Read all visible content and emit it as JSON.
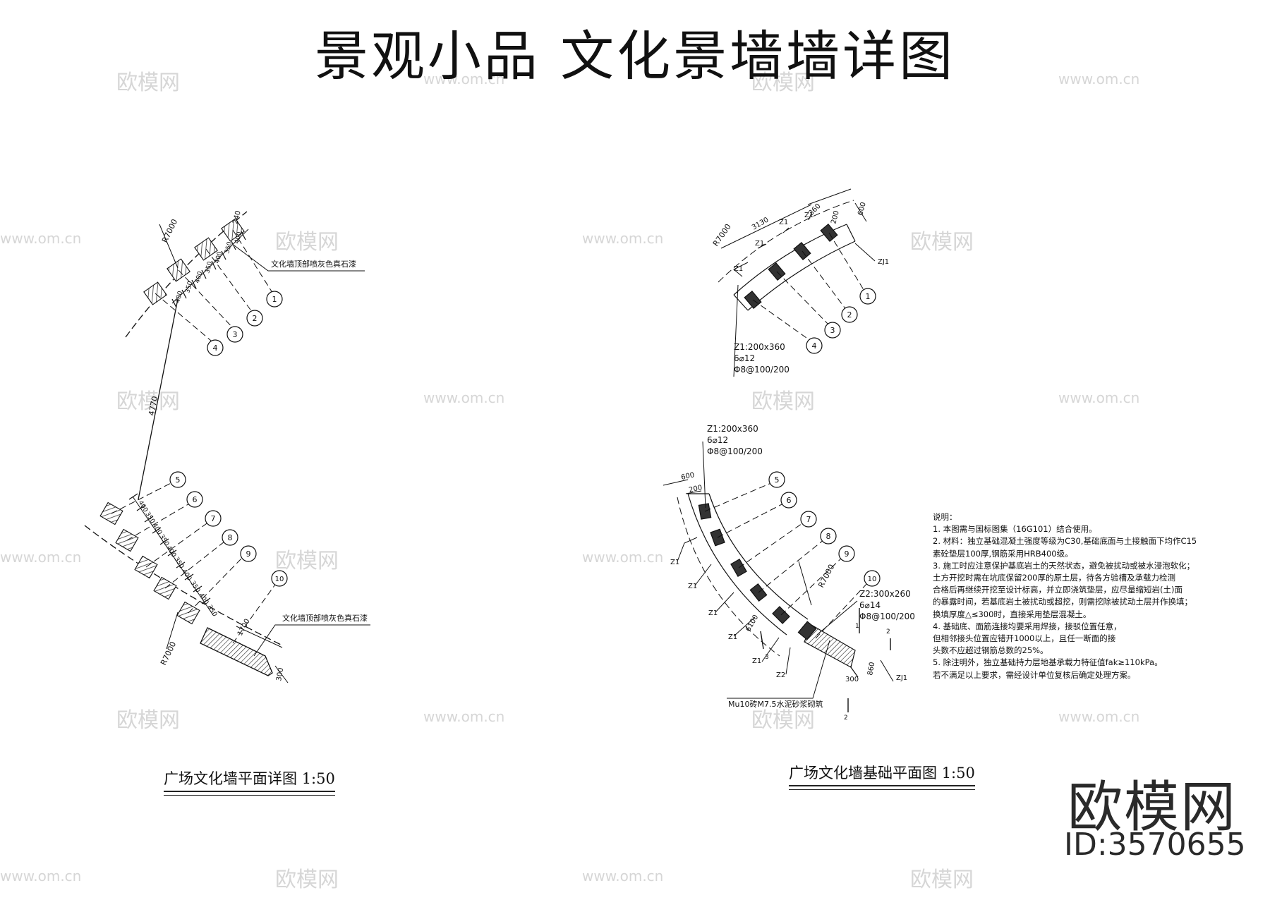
{
  "title": "景观小品  文化景墙墙详图",
  "watermark": {
    "brand": "欧模网",
    "site": "www.om.cn"
  },
  "plan_drawing": {
    "title": "广场文化墙平面详图",
    "scale": "1:50",
    "radius_top": "R7000",
    "radius_bottom": "R7000",
    "chord_length": "4770",
    "top_dims": [
      "240",
      "400",
      "350",
      "400",
      "350",
      "400",
      "350",
      "400"
    ],
    "bottom_dims": [
      "400",
      "350",
      "400",
      "350",
      "400",
      "350",
      "400",
      "350",
      "400",
      "350"
    ],
    "end_dims": [
      "1700",
      "300"
    ],
    "note_top": "文化墙顶部喷灰色真石漆",
    "note_bottom": "文化墙顶部喷灰色真石漆",
    "axes_top": [
      "1",
      "2",
      "3",
      "4"
    ],
    "axes_bottom": [
      "5",
      "6",
      "7",
      "8",
      "9",
      "10"
    ]
  },
  "foundation_drawing": {
    "title": "广场文化墙基础平面图",
    "scale": "1:50",
    "radius_top": "R7000",
    "radius_bottom": "R7000",
    "top_dims": [
      "3130",
      "360",
      "200",
      "600"
    ],
    "bottom_dims": [
      "600",
      "200"
    ],
    "other_dims": [
      "6100",
      "300",
      "860"
    ],
    "column_label": "Z1",
    "column2_label": "Z2",
    "footing_label": "ZJ1",
    "z1_spec": [
      "Z1:200x360",
      "6⌀12",
      "Φ8@100/200"
    ],
    "z2_spec": [
      "Z2:300x260",
      "6⌀14",
      "Φ8@100/200"
    ],
    "masonry_note": "Mu10砖M7.5水泥砂浆砌筑",
    "section_marks": [
      "1",
      "2",
      "3"
    ],
    "axes_top": [
      "1",
      "2",
      "3",
      "4"
    ],
    "axes_bottom": [
      "5",
      "6",
      "7",
      "8",
      "9",
      "10"
    ],
    "notes_title": "说明：",
    "notes": [
      "1. 本图需与国标图集（16G101）结合使用。",
      "2. 材料：独立基础混凝土强度等级为C30,基础底面与土接触面下均作C15",
      "   素砼垫层100厚,钢筋采用HRB400级。",
      "3. 施工时应注意保护基底岩土的天然状态，避免被扰动或被水浸泡软化；",
      "   土方开挖时需在坑底保留200厚的原土层，待各方验槽及承载力检测",
      "   合格后再继续开挖至设计标高，并立即浇筑垫层，应尽量缩短岩(土)面",
      "   的暴露时间，若基底岩土被扰动或超挖，则需挖除被扰动土层并作换填；",
      "   换填厚度△≤300时，直接采用垫层混凝土。",
      "4. 基础底、面筋连接均要采用焊接，接驳位置任意，",
      "   但相邻接头位置应错开1000以上，且任一断面的接",
      "   头数不应超过钢筋总数的25%。",
      "5. 除注明外，独立基础持力层地基承载力特征值fak≥110kPa。",
      "   若不满足以上要求，需经设计单位复核后确定处理方案。"
    ]
  },
  "brand_label": "欧模网",
  "brand_id": "ID:3570655"
}
